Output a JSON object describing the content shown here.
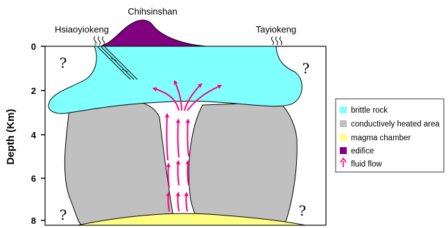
{
  "places": {
    "center_peak": "Chihsinshan",
    "left_site": "Hsiaoyiokeng",
    "right_site": "Tayiokeng"
  },
  "axis": {
    "title": "Depth (Km)",
    "ticks": [
      "0",
      "2",
      "4",
      "6",
      "8"
    ]
  },
  "unknown_marker": "?",
  "legend": [
    {
      "label": "brittle rock",
      "color": "#80ffff",
      "marker": "swatch"
    },
    {
      "label": "conductively heated area",
      "color": "#c0c0c0",
      "marker": "swatch"
    },
    {
      "label": "magma chamber",
      "color": "#ffff80",
      "marker": "swatch"
    },
    {
      "label": "edifice",
      "color": "#800080",
      "marker": "swatch"
    },
    {
      "label": "fluid flow",
      "color": "#ff007f",
      "marker": "arrow"
    }
  ],
  "colors": {
    "brittle_rock": "#80ffff",
    "heated_area": "#c0c0c0",
    "magma_chamber": "#ffff80",
    "edifice": "#800080",
    "fluid_flow": "#ff007f"
  }
}
